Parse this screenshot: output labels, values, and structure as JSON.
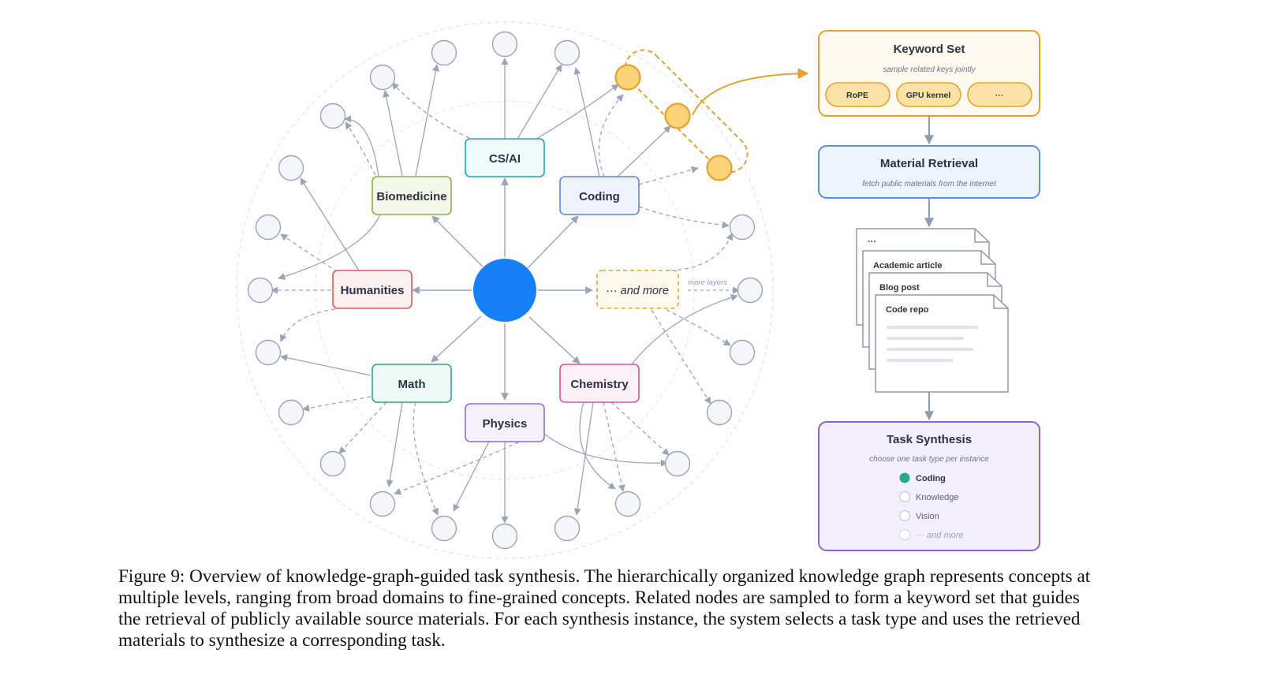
{
  "graph": {
    "center_color": "#1780f8",
    "domains": [
      {
        "id": "csai",
        "label": "CS/AI",
        "color": "#18a8c0",
        "fill": "#effbfd"
      },
      {
        "id": "coding",
        "label": "Coding",
        "color": "#5b88e0",
        "fill": "#eef3fd"
      },
      {
        "id": "more",
        "label": "··· and more",
        "color": "#e4a22b",
        "fill": "#fff8ec",
        "dashed": true
      },
      {
        "id": "chemistry",
        "label": "Chemistry",
        "color": "#d9569a",
        "fill": "#fdf0f6"
      },
      {
        "id": "physics",
        "label": "Physics",
        "color": "#8e6fd0",
        "fill": "#f4f0fc"
      },
      {
        "id": "math",
        "label": "Math",
        "color": "#2fa88a",
        "fill": "#eefaf5"
      },
      {
        "id": "humanities",
        "label": "Humanities",
        "color": "#dd5a5a",
        "fill": "#fdf0f0"
      },
      {
        "id": "biomedicine",
        "label": "Biomedicine",
        "color": "#8cad4e",
        "fill": "#f3f8e9"
      }
    ],
    "more_layers_label": "more layers",
    "highlight_color": "#e4a22b",
    "leaf_fill": "#f4f6f9",
    "leaf_stroke": "#9aa5b8",
    "edge_color": "#9aa5b8"
  },
  "keyword_set": {
    "title": "Keyword Set",
    "subtitle": "sample related keys jointly",
    "chips": [
      "RoPE",
      "GPU kernel",
      "···"
    ],
    "border": "#e4a22b",
    "fill": "#fffaf0",
    "chip_fill": "#fde2a8"
  },
  "material_retrieval": {
    "title": "Material Retrieval",
    "subtitle": "fetch public materials from the internet",
    "border": "#5b8fe6",
    "fill": "#eef4fe"
  },
  "documents": {
    "items": [
      "···",
      "Academic article",
      "Blog post",
      "Code repo"
    ]
  },
  "task_synthesis": {
    "title": "Task Synthesis",
    "subtitle": "choose one task type per instance",
    "options": [
      {
        "label": "Coding",
        "selected": true
      },
      {
        "label": "Knowledge",
        "selected": false
      },
      {
        "label": "Vision",
        "selected": false
      },
      {
        "label": "··· and more",
        "selected": false
      }
    ],
    "border": "#8e63cf",
    "fill": "#f3effc",
    "selected_color": "#2aa88a"
  },
  "caption": {
    "lines": [
      "Figure 9: Overview of knowledge-graph-guided task synthesis. The hierarchically organized knowledge graph represents concepts at",
      "multiple levels, ranging from broad domains to fine-grained concepts. Related nodes are sampled to form a keyword set that guides",
      "the retrieval of publicly available source materials. For each synthesis instance, the system selects a task type and uses the retrieved",
      "materials to synthesize a corresponding task."
    ]
  }
}
